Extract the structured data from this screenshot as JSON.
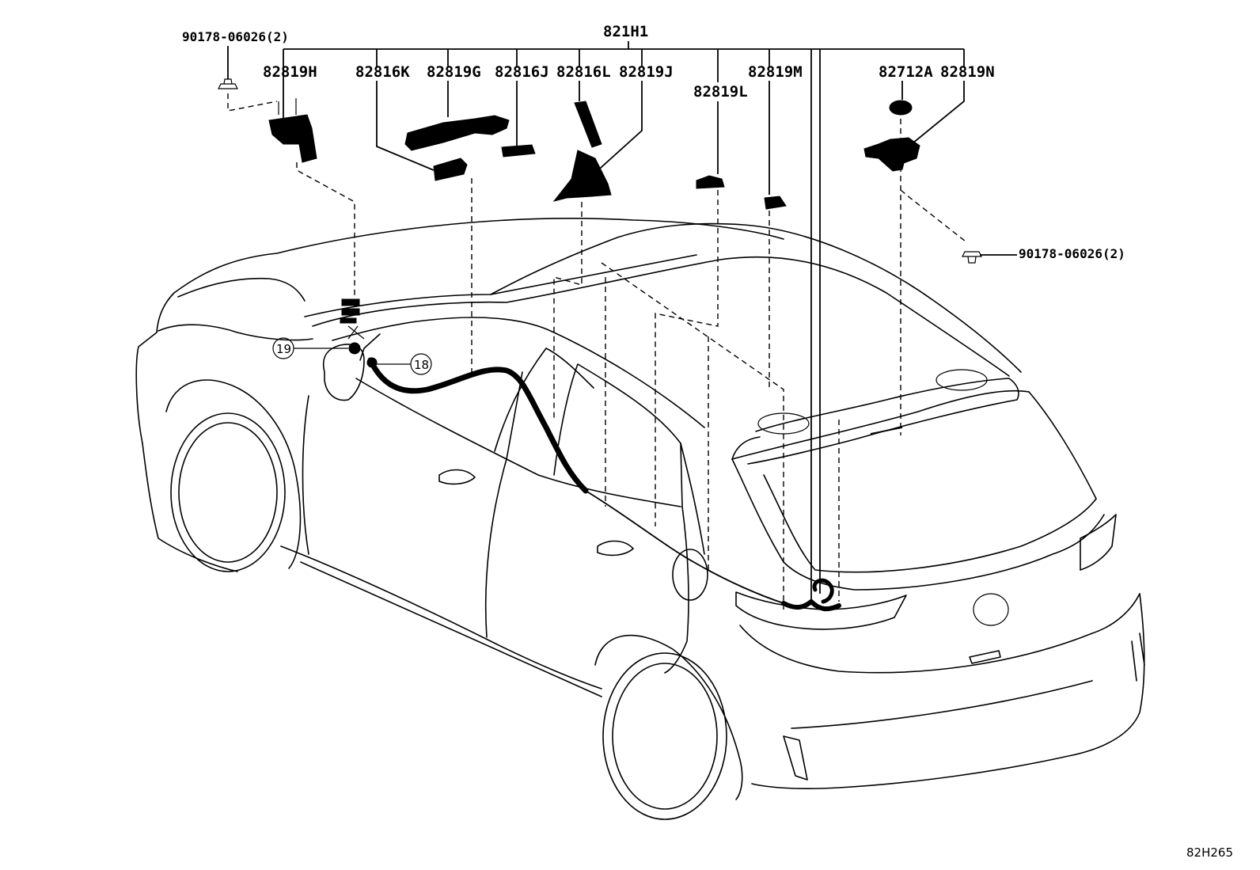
{
  "labels": {
    "main_harness": "821H1",
    "bolt_top_left": "90178-06026(2)",
    "bolt_right": "90178-06026(2)",
    "p_82819H": "82819H",
    "p_82816K": "82816K",
    "p_82819G": "82819G",
    "p_82816J": "82816J",
    "p_82816L": "82816L",
    "p_82819J": "82819J",
    "p_82819L": "82819L",
    "p_82819M": "82819M",
    "p_82712A": "82712A",
    "p_82819N": "82819N",
    "circle_19": "19",
    "circle_18": "18",
    "diagram_id": "82H265"
  }
}
